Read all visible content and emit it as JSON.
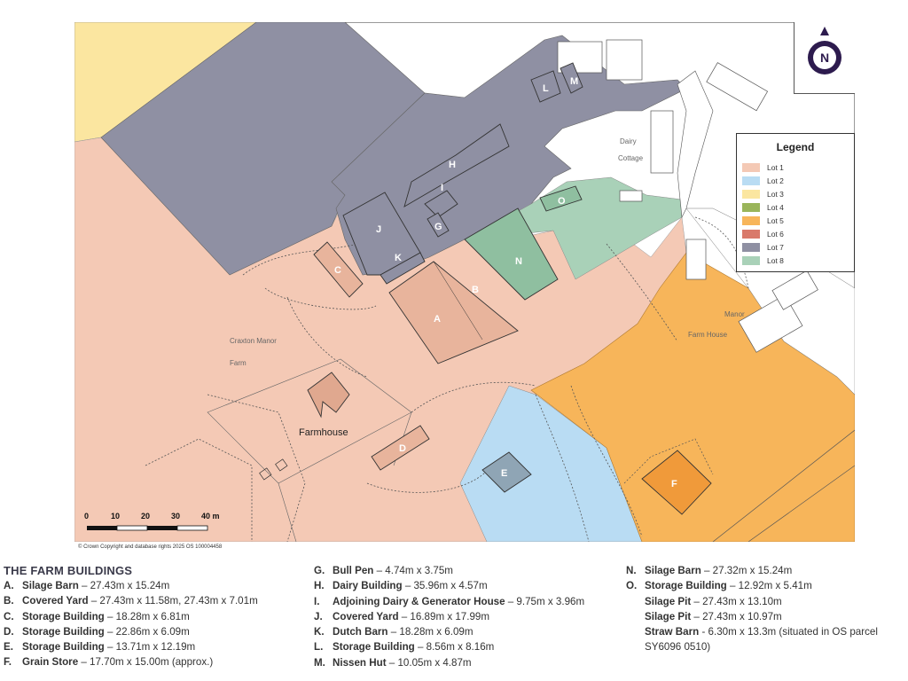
{
  "map": {
    "place_labels": {
      "dairy_cottage_1": "Dairy",
      "dairy_cottage_2": "Cottage",
      "manor": "Manor",
      "farm_house": "Farm House",
      "craxton_1": "Craxton Manor",
      "craxton_2": "Farm",
      "farmhouse": "Farmhouse"
    },
    "lot_letters": [
      "A",
      "B",
      "C",
      "D",
      "E",
      "F",
      "G",
      "H",
      "I",
      "J",
      "K",
      "L",
      "M",
      "N",
      "O"
    ],
    "compass_letter": "N",
    "compass_icon": "north-arrow-icon",
    "scale": {
      "ticks": [
        "0",
        "10",
        "20",
        "30",
        "40 m"
      ]
    },
    "copyright": "© Crown Copyright and database rights 2025 OS 100004458"
  },
  "legend": {
    "title": "Legend",
    "items": [
      {
        "label": "Lot 1",
        "color": "#f4c9b5"
      },
      {
        "label": "Lot 2",
        "color": "#b9dcf3"
      },
      {
        "label": "Lot 3",
        "color": "#fbe6a0"
      },
      {
        "label": "Lot 4",
        "color": "#9ab55a"
      },
      {
        "label": "Lot 5",
        "color": "#f7b55a"
      },
      {
        "label": "Lot 6",
        "color": "#d97a6b"
      },
      {
        "label": "Lot 7",
        "color": "#8f90a3"
      },
      {
        "label": "Lot 8",
        "color": "#a9d1b8"
      }
    ]
  },
  "buildings": {
    "title": "THE FARM BUILDINGS",
    "col1": [
      {
        "key": "A.",
        "name": "Silage Barn",
        "dims": " – 27.43m x 15.24m"
      },
      {
        "key": "B.",
        "name": "Covered Yard",
        "dims": " – 27.43m x 11.58m, 27.43m x 7.01m"
      },
      {
        "key": "C.",
        "name": "Storage Building",
        "dims": " – 18.28m x 6.81m"
      },
      {
        "key": "D.",
        "name": "Storage Building",
        "dims": " – 22.86m x 6.09m"
      },
      {
        "key": "E.",
        "name": "Storage Building",
        "dims": " – 13.71m x 12.19m"
      },
      {
        "key": "F.",
        "name": "Grain Store",
        "dims": " – 17.70m x 15.00m (approx.)"
      }
    ],
    "col2": [
      {
        "key": "G.",
        "name": "Bull Pen",
        "dims": " – 4.74m x 3.75m"
      },
      {
        "key": "H.",
        "name": "Dairy Building",
        "dims": " – 35.96m x 4.57m"
      },
      {
        "key": "I.",
        "name": "Adjoining Dairy & Generator House",
        "dims": " – 9.75m x 3.96m"
      },
      {
        "key": "J.",
        "name": "Covered Yard",
        "dims": " – 16.89m x 17.99m"
      },
      {
        "key": "K.",
        "name": "Dutch Barn",
        "dims": " – 18.28m x 6.09m"
      },
      {
        "key": "L.",
        "name": "Storage Building",
        "dims": " – 8.56m x 8.16m"
      },
      {
        "key": "M.",
        "name": "Nissen Hut",
        "dims": " – 10.05m x 4.87m"
      }
    ],
    "col3": [
      {
        "key": "N.",
        "name": "Silage Barn",
        "dims": " – 27.32m x 15.24m"
      },
      {
        "key": "O.",
        "name": "Storage Building",
        "dims": " – 12.92m x 5.41m"
      },
      {
        "key": "",
        "name": "Silage Pit",
        "dims": " – 27.43m x 13.10m"
      },
      {
        "key": "",
        "name": "Silage Pit",
        "dims": " – 27.43m x 10.97m"
      },
      {
        "key": "",
        "name": "Straw Barn",
        "dims": " - 6.30m x 13.3m (situated in OS parcel"
      },
      {
        "key": "",
        "name": "",
        "dims": "SY6096 0510)"
      }
    ]
  }
}
